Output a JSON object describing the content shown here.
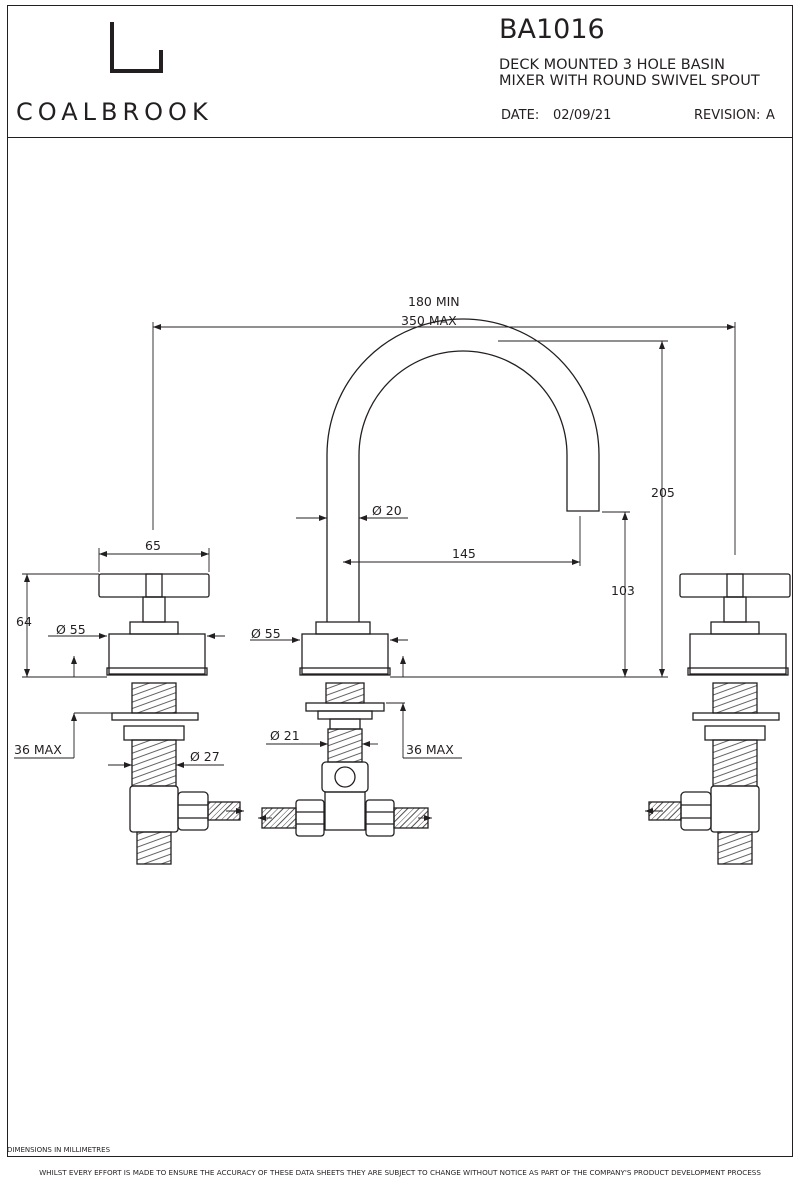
{
  "header": {
    "brand": "COALBROOK",
    "logo_icon": "coalbrook-bracket-logo",
    "product_code": "BA1016",
    "description_line1": "DECK MOUNTED 3 HOLE BASIN",
    "description_line2": "MIXER WITH ROUND SWIVEL SPOUT",
    "date_label": "DATE:",
    "date_value": "02/09/21",
    "revision_label": "REVISION:",
    "revision_value": "A"
  },
  "dimensions": {
    "centres_min": "180 MIN",
    "centres_max": "350 MAX",
    "spout_height": "205",
    "spout_reach": "145",
    "spout_outlet_height": "103",
    "spout_diameter": "Ø 20",
    "handle_width": "65",
    "valve_height": "64",
    "valve_base_diameter": "Ø 55",
    "spout_base_diameter": "Ø 55",
    "valve_deck_thickness": "36 MAX",
    "spout_deck_thickness": "36 MAX",
    "valve_shank_diameter": "Ø 27",
    "spout_shank_diameter": "Ø 21"
  },
  "footer": {
    "units_note": "DIMENSIONS IN  MILLIMETRES",
    "disclaimer": "WHILST EVERY EFFORT IS MADE TO ENSURE THE ACCURACY OF THESE DATA SHEETS THEY ARE SUBJECT TO CHANGE WITHOUT NOTICE AS PART OF THE COMPANY'S PRODUCT DEVELOPMENT PROCESS"
  }
}
